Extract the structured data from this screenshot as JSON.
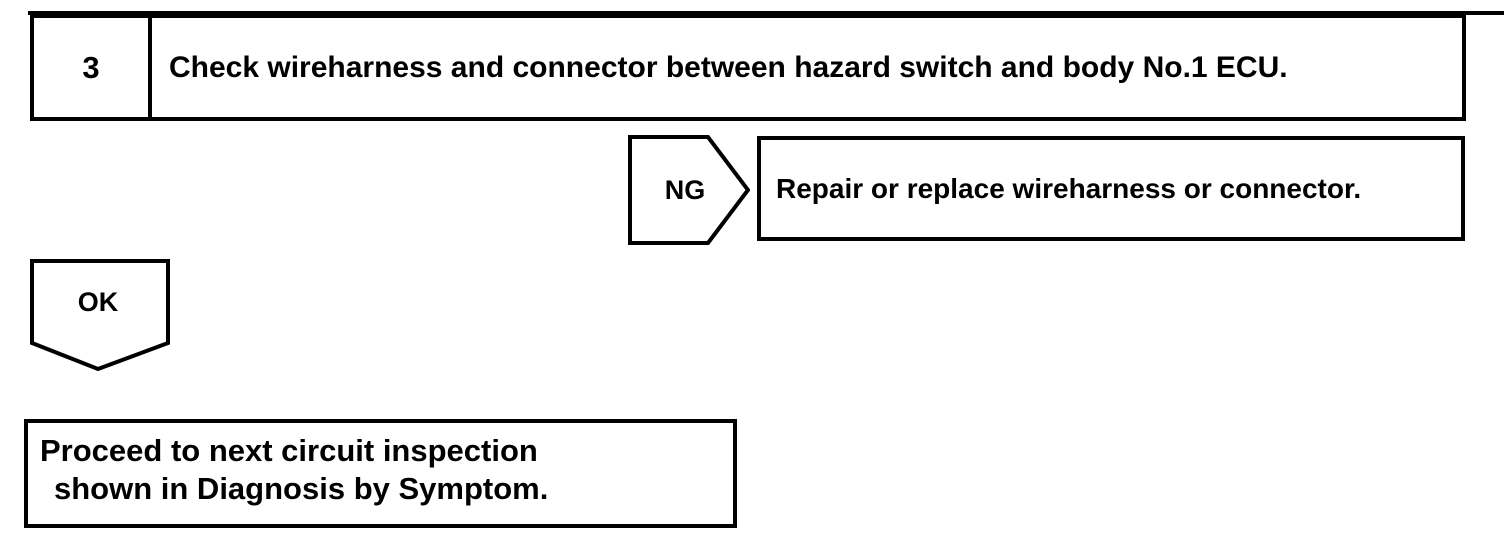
{
  "flowchart": {
    "step_number": "3",
    "step_instruction": "Check wireharness and connector between hazard switch and body No.1 ECU.",
    "ng_label": "NG",
    "ng_action": "Repair or replace wireharness or connector.",
    "ok_label": "OK",
    "ok_result_line1": "Proceed to next circuit inspection",
    "ok_result_line2": "shown in Diagnosis by Symptom.",
    "ink_color": "#000000",
    "paper_color": "#ffffff"
  }
}
